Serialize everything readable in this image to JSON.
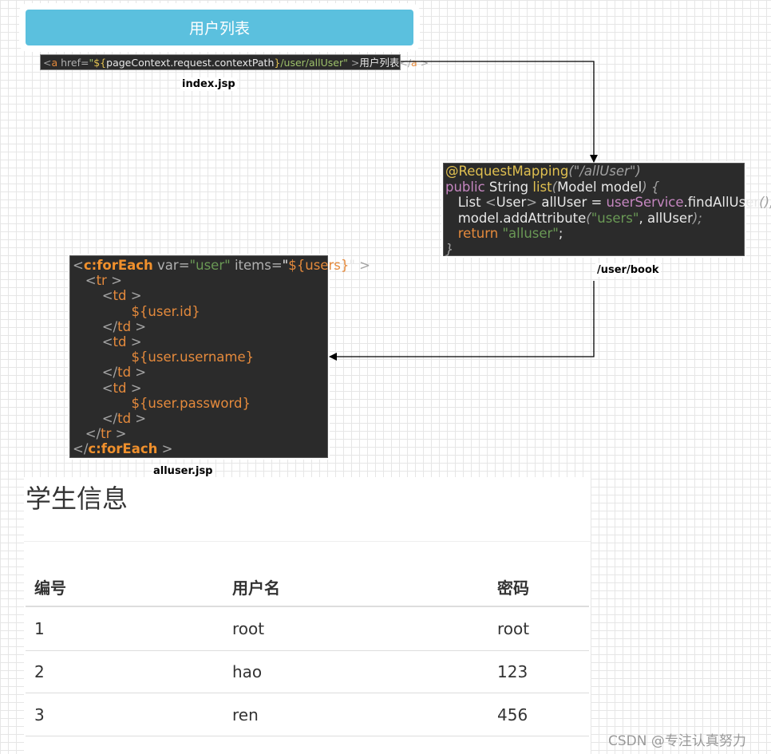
{
  "top_button": {
    "label": "用户列表"
  },
  "index_code": {
    "open_lt": "<",
    "a": "a",
    "href_attr": " href=",
    "q1": "\"",
    "el_open": "${",
    "el_expr": "pageContext.request.contextPath",
    "el_close": "}",
    "path": "/user/allUser",
    "q2": "\"",
    "gt": " >",
    "text": "用户列表",
    "close_tag": "</",
    "a2": "a",
    "gt2": " >"
  },
  "index_label": "index.jsp",
  "controller_code": {
    "l1_ann": "@RequestMapping",
    "l1_args": "(\"/allUser\")",
    "l2_public": "public",
    "l2_type": " String ",
    "l2_method": "list",
    "l2_paren": "(",
    "l2_params": "Model model",
    "l2_close": ") {",
    "l3_indent": "   List ",
    "l3_lt": "<",
    "l3_type": "User",
    "l3_gt": ">",
    "l3_var": " allUser = ",
    "l3_svc": "userService",
    "l3_call": ".findAllUser",
    "l3_end": "();",
    "l4_indent": "   model.addAttribute",
    "l4_p": "(",
    "l4_str": "\"users\"",
    "l4_rest": ", allUser",
    "l4_end": ");",
    "l5_indent": "   ",
    "l5_return": "return",
    "l5_str": " \"alluser\"",
    "l5_end": ";",
    "l6": "}"
  },
  "controller_label": "/user/book",
  "jsp_code": {
    "l1_lt": "<",
    "l1_tag": "c:forEach",
    "l1_var": " var=",
    "l1_varval": "\"user\"",
    "l1_items": " items=",
    "l1_q": "\"",
    "l1_el": "${users}",
    "l1_q2": "\"",
    "l1_gt": " >",
    "tr_lt": "<",
    "tr": "tr",
    "tr_gt": " >",
    "td_lt": "<",
    "td": "td",
    "td_gt": " >",
    "el_id": "${user.id}",
    "el_username": "${user.username}",
    "el_password": "${user.password}",
    "tdc_lt": "</",
    "tdc": "td",
    "tdc_gt": " >",
    "trc_lt": "</",
    "trc": "tr",
    "trc_gt": " >",
    "fc_lt": "</",
    "fc": "c:forEach",
    "fc_gt": " >"
  },
  "jsp_label": "alluser.jsp",
  "table": {
    "title": "学生信息",
    "headers": [
      "编号",
      "用户名",
      "密码"
    ],
    "rows": [
      [
        "1",
        "root",
        "root"
      ],
      [
        "2",
        "hao",
        "123"
      ],
      [
        "3",
        "ren",
        "456"
      ]
    ]
  },
  "watermark": "CSDN @专注认真努力"
}
